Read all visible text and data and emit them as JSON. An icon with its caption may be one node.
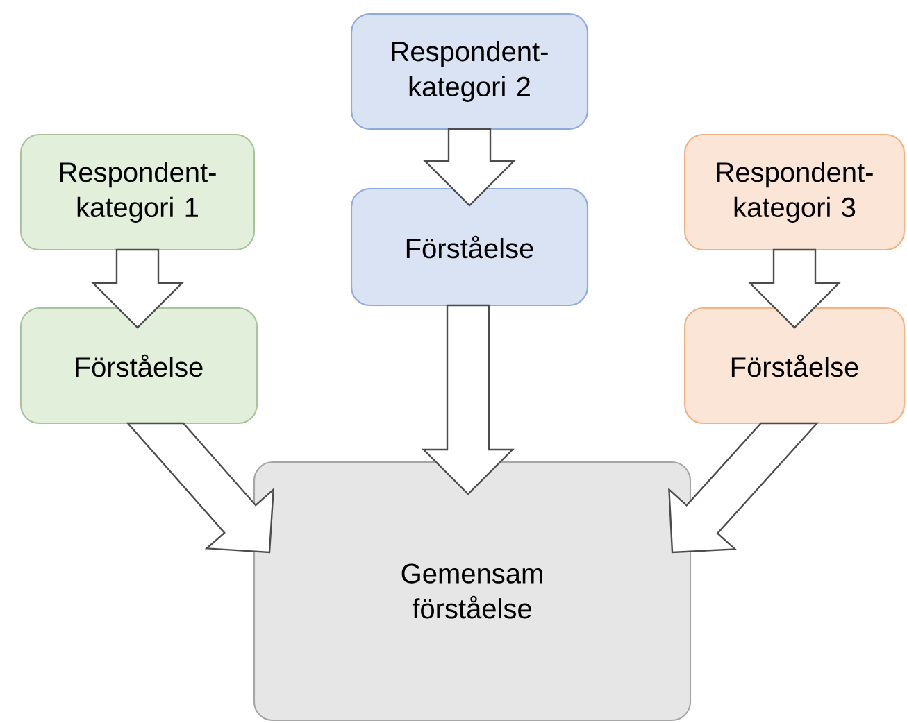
{
  "diagram": {
    "nodes": [
      {
        "text": [
          "Respondent- kategori 1"
        ]
      },
      {
        "text": [
          "Förståelse"
        ]
      },
      {
        "text": [
          "Respondent- kategori 2"
        ]
      },
      {
        "text": [
          "Förståelse"
        ]
      },
      {
        "text": [
          "Respondent- kategori 3"
        ]
      },
      {
        "text": [
          "Förståelse"
        ]
      },
      {
        "text": [
          "Gemensam förståelse"
        ]
      }
    ],
    "edges": [
      {
        "from": 0,
        "to": 1,
        "arrow": "to"
      },
      {
        "from": 2,
        "to": 3,
        "arrow": "to"
      },
      {
        "from": 4,
        "to": 5,
        "arrow": "to"
      },
      {
        "from": 1,
        "to": 6,
        "arrow": "to"
      },
      {
        "from": 3,
        "to": 6,
        "arrow": "to"
      },
      {
        "from": 5,
        "to": 6,
        "arrow": "to"
      }
    ]
  }
}
